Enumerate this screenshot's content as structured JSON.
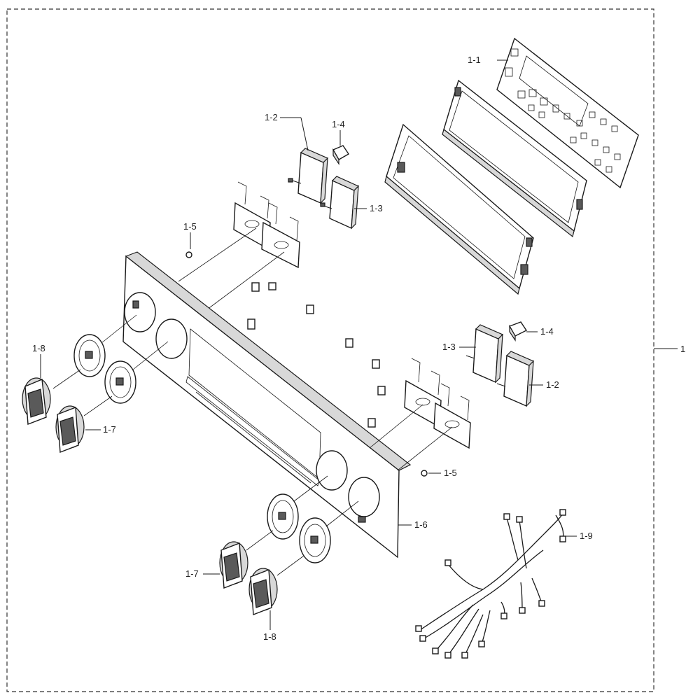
{
  "labels": {
    "assembly": "1",
    "display_overlay": "1-1",
    "switch_a_top": "1-2",
    "switch_a_right": "1-2",
    "switch_b_top": "1-3",
    "switch_b_right": "1-3",
    "clip_top": "1-4",
    "clip_right": "1-4",
    "screw_left": "1-5",
    "screw_right": "1-5",
    "control_panel": "1-6",
    "knob_7_left": "1-7",
    "knob_7_bottom": "1-7",
    "knob_8_left": "1-8",
    "knob_8_bottom": "1-8",
    "wire_harness": "1-9"
  },
  "colors": {
    "line": "#1a1a1a",
    "paper": "#ffffff",
    "shade": "#d8d8d8",
    "dark": "#5a5a5a"
  }
}
